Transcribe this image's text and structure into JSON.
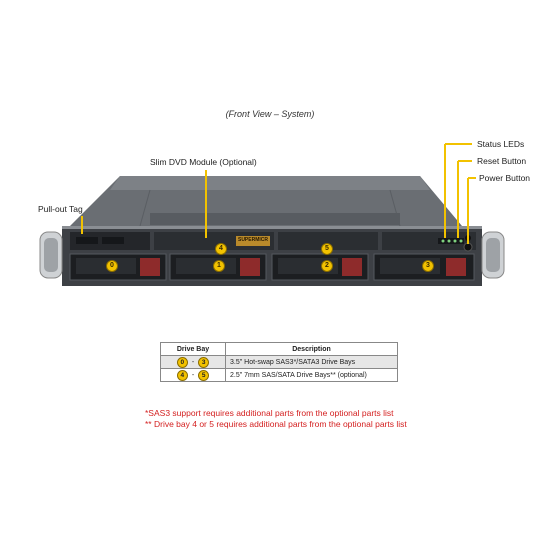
{
  "caption": "(Front View – System)",
  "callouts": {
    "status_leds": "Status LEDs",
    "reset_button": "Reset Button",
    "power_button": "Power Button",
    "slim_dvd": "Slim DVD Module (Optional)",
    "pullout_tag": "Pull-out Tag"
  },
  "brand_plate": "SUPERMICR",
  "drive_bays": [
    "0",
    "1",
    "2",
    "3"
  ],
  "optional_bays": [
    "4",
    "5"
  ],
  "legend": {
    "headers": [
      "Drive Bay",
      "Description"
    ],
    "rows": [
      {
        "from": "0",
        "sep": "-",
        "to": "3",
        "desc": "3.5\" Hot-swap SAS3*/SATA3 Drive  Bays"
      },
      {
        "from": "4",
        "sep": "-",
        "to": "5",
        "desc": "2.5\" 7mm SAS/SATA Drive  Bays** (optional)"
      }
    ]
  },
  "notes": [
    "*SAS3 support requires additional parts from the optional parts list",
    "** Drive bay 4 or 5 requires additional parts from the optional parts list"
  ],
  "colors": {
    "callout_yellow": "#f2c200",
    "note_red": "#d42020",
    "chassis": "#4a4d52"
  }
}
